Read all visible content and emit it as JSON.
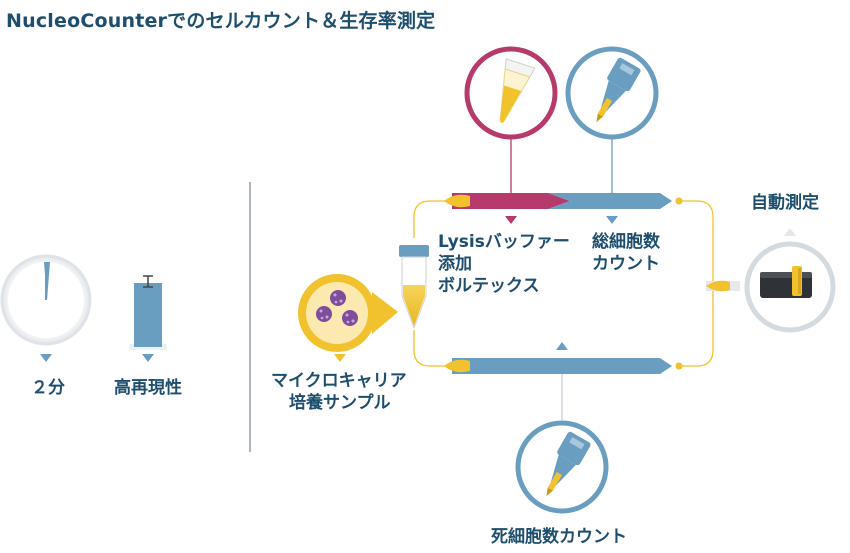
{
  "title": "NucleoCounterでのセルカウント＆生存率測定",
  "left_panel": {
    "time_label": "２分",
    "reproducibility_label": "高再現性"
  },
  "workflow": {
    "sample_label": [
      "マイクロキャリア",
      "培養サンプル"
    ],
    "lysis_label": [
      "Lysisバッファー",
      "添加",
      "ボルテックス"
    ],
    "total_count_label": [
      "総細胞数",
      "カウント"
    ],
    "auto_measure_label": "自動測定",
    "dead_count_label": "死細胞数カウント"
  },
  "colors": {
    "navy_text": "#1d4e6e",
    "steel_blue": "#6a9ec0",
    "magenta": "#b73a6c",
    "yellow": "#f2c12e",
    "light_gray": "#d8dde2"
  }
}
